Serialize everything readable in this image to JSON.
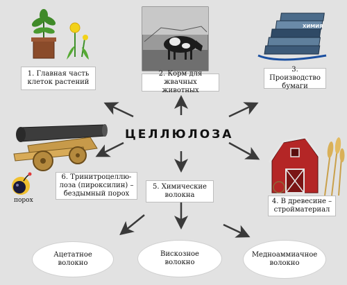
{
  "center": {
    "title": "ЦЕЛЛЮЛОЗА"
  },
  "uses": [
    {
      "line1": "1. Главная часть",
      "line2": "клеток растений"
    },
    {
      "line1": "2. Корм для жвачных",
      "line2": "животных"
    },
    {
      "line1": "3. Производство",
      "line2": "бумаги"
    },
    {
      "line1": "4. В древесине –",
      "line2": "стройматериал"
    },
    {
      "line1": "5. Химические",
      "line2": "волокна"
    },
    {
      "line1": "6. Тринитроцеллю-",
      "line2": "лоза (пироксилин) –",
      "line3": "бездымный порох"
    }
  ],
  "fibers": [
    {
      "line1": "Ацетатное волокно"
    },
    {
      "line1": "Вискозное волокно"
    },
    {
      "line1": "Медноаммиачное",
      "line2": "волокно"
    }
  ],
  "labels": {
    "gunpowder": "порох",
    "books": "ХИМИЯ"
  },
  "colors": {
    "background": "#e2e2e2",
    "arrow": "#3a3a3a"
  }
}
